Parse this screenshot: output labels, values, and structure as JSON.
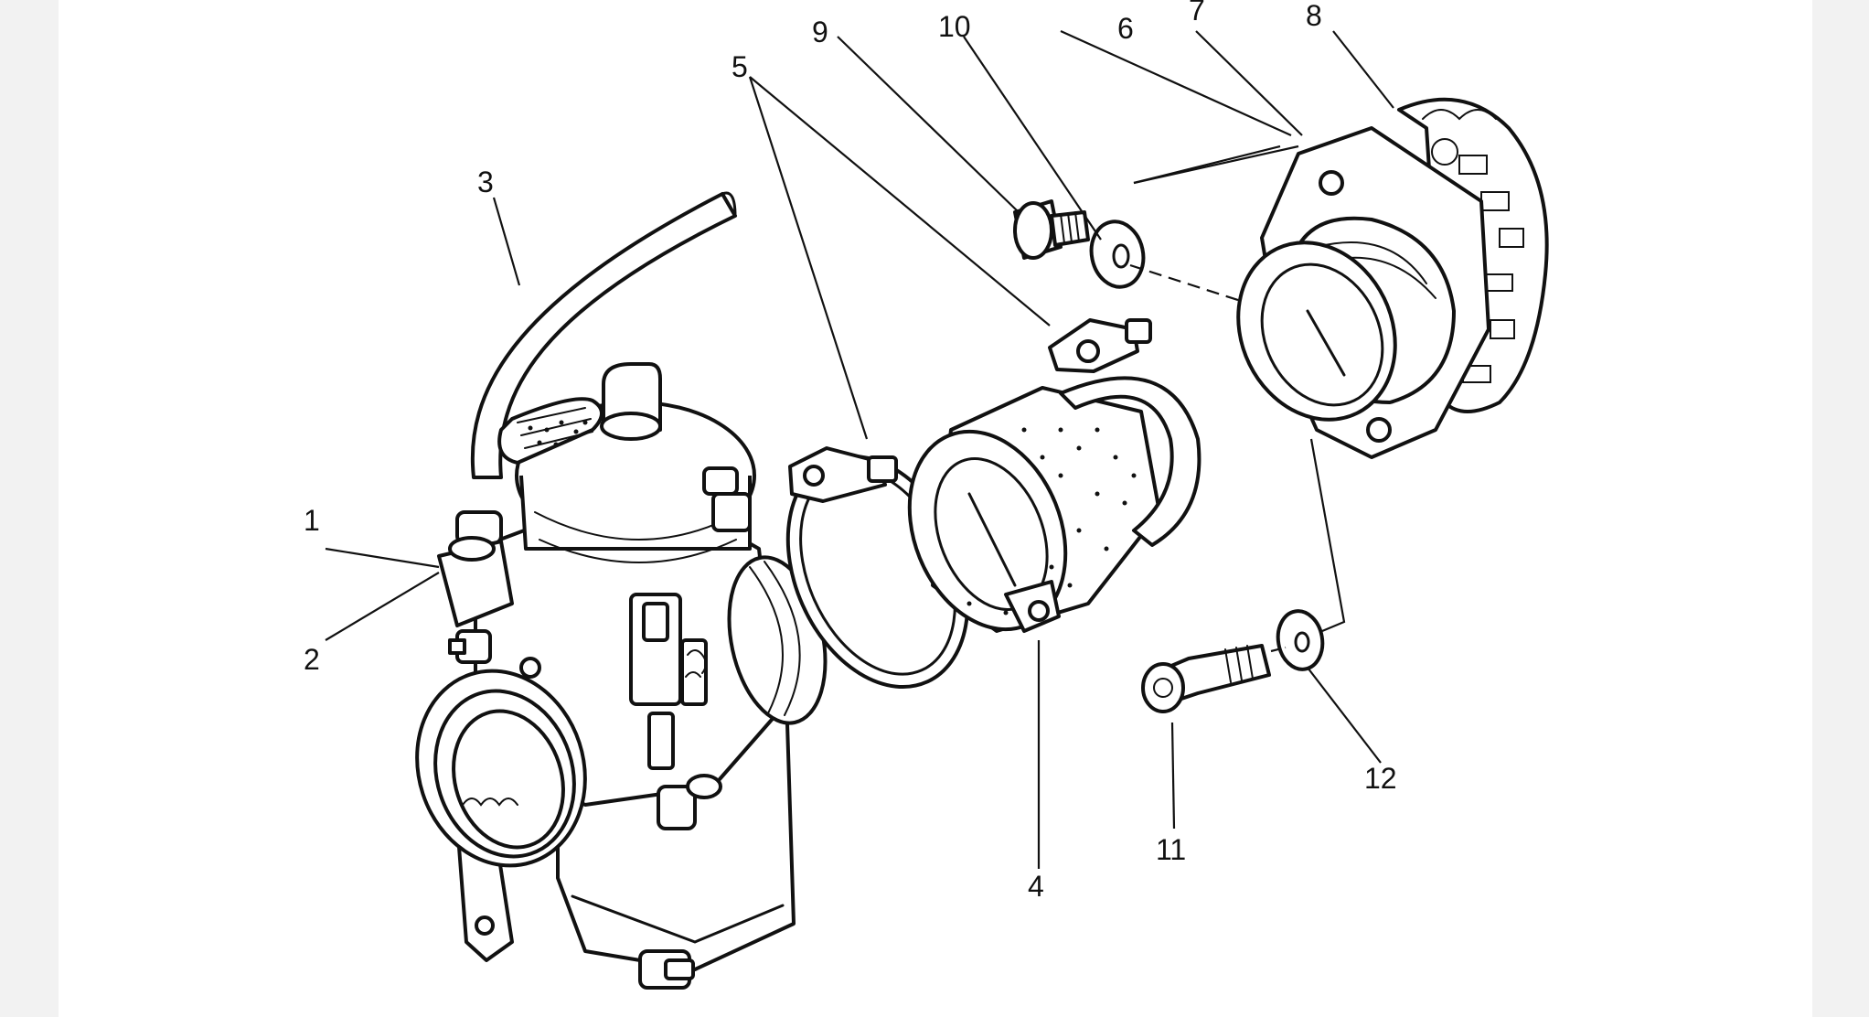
{
  "diagram": {
    "colors": {
      "background": "#ffffff",
      "ink": "#111111",
      "side_band": "#f2f2f2"
    },
    "callouts": [
      {
        "id": "1",
        "label": "1"
      },
      {
        "id": "2",
        "label": "2"
      },
      {
        "id": "3",
        "label": "3"
      },
      {
        "id": "4",
        "label": "4"
      },
      {
        "id": "5",
        "label": "5"
      },
      {
        "id": "6",
        "label": "6"
      },
      {
        "id": "7",
        "label": "7"
      },
      {
        "id": "8",
        "label": "8"
      },
      {
        "id": "9",
        "label": "9"
      },
      {
        "id": "10",
        "label": "10"
      },
      {
        "id": "11",
        "label": "11"
      },
      {
        "id": "12",
        "label": "12"
      }
    ]
  }
}
